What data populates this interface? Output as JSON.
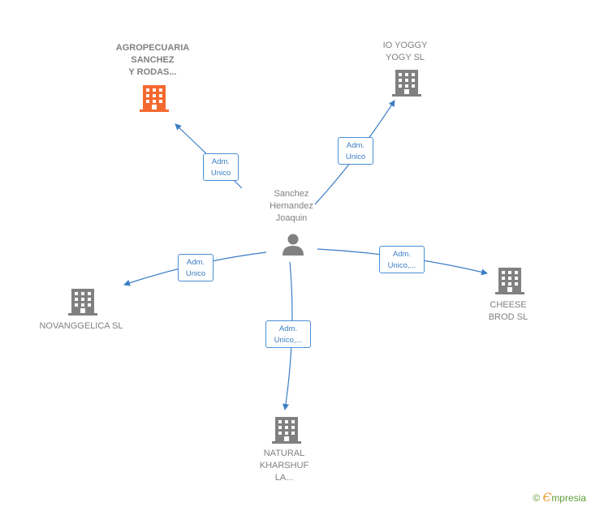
{
  "center": {
    "name": "Sanchez\nHernandez\nJoaquin"
  },
  "companies": [
    {
      "id": "agro",
      "name": "AGROPECUARIA\nSANCHEZ\nY RODAS...",
      "highlight": true,
      "color": "#f4692e",
      "role": "Adm.\nUnico"
    },
    {
      "id": "ioyoggy",
      "name": "IO YOGGY\nYOGY SL",
      "highlight": false,
      "color": "#808080",
      "role": "Adm.\nUnico"
    },
    {
      "id": "novang",
      "name": "NOVANGGELICA SL",
      "highlight": false,
      "color": "#808080",
      "role": "Adm.\nUnico"
    },
    {
      "id": "cheese",
      "name": "CHEESE\nBROD  SL",
      "highlight": false,
      "color": "#808080",
      "role": "Adm.\nUnico,..."
    },
    {
      "id": "natural",
      "name": "NATURAL\nKHARSHUF\nLA...",
      "highlight": false,
      "color": "#808080",
      "role": "Adm.\nUnico,..."
    }
  ],
  "edge_color": "#3a7dc4",
  "brand": {
    "copyright": "©",
    "e": "Є",
    "text": "mpresia"
  }
}
